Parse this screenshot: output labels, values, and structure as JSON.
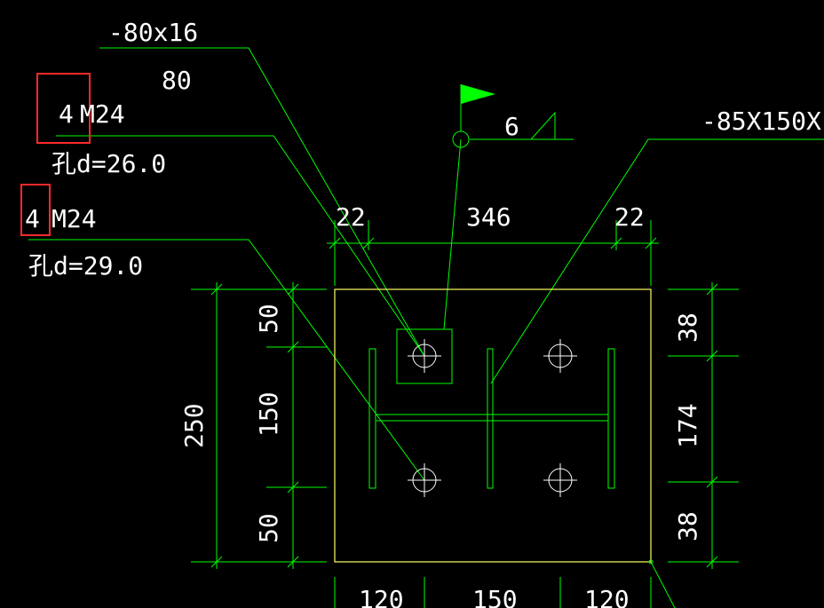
{
  "colors": {
    "background": "#000000",
    "geometry": "#00ff00",
    "plate": "#ffff66",
    "text": "#ffffff",
    "highlight": "#ff2a2a",
    "weld_flag": "#00ff00"
  },
  "labels": {
    "plate_top": "-80x16",
    "plate_top_width": "80",
    "bolt1_qty": "4",
    "bolt1_size": "M24",
    "bolt1_hole": "孔d=26.0",
    "bolt2_qty": "4",
    "bolt2_size": "M24",
    "bolt2_hole": "孔d=29.0",
    "rib_plate": "-85X150X",
    "weld_size": "6"
  },
  "dimensions": {
    "top_left": "22",
    "top_mid": "346",
    "top_right": "22",
    "left_top": "50",
    "left_mid": "150",
    "left_bottom": "50",
    "left_total": "250",
    "right_top": "38",
    "right_mid": "174",
    "right_bottom": "38",
    "bottom_left": "120",
    "bottom_mid": "150",
    "bottom_right": "120"
  }
}
